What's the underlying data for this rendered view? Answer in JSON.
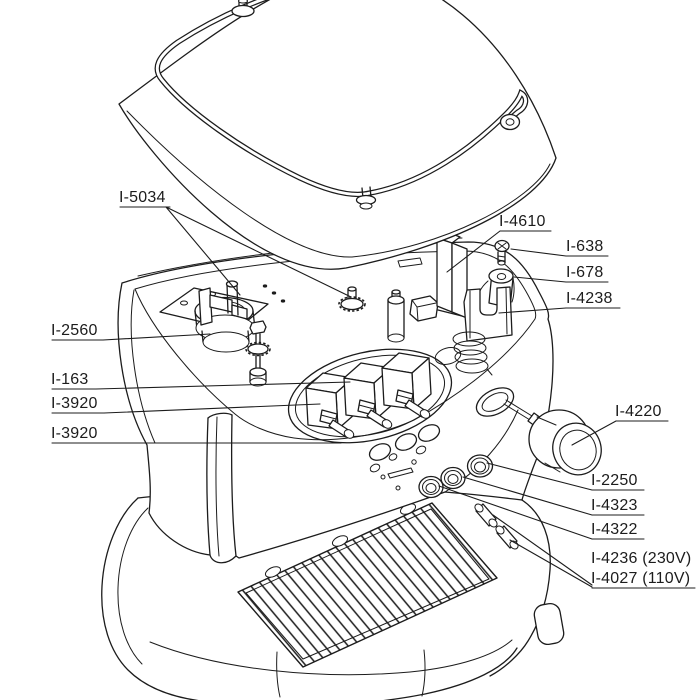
{
  "diagram": {
    "type": "exploded-parts-diagram",
    "subject": "Espresso machine exploded view technical drawing",
    "colors": {
      "line": "#1c1c1c",
      "background": "#ffffff"
    },
    "labels": [
      {
        "id": "i-5034",
        "text": "I-5034"
      },
      {
        "id": "i-4610",
        "text": "I-4610"
      },
      {
        "id": "i-638",
        "text": "I-638"
      },
      {
        "id": "i-678",
        "text": "I-678"
      },
      {
        "id": "i-4238",
        "text": "I-4238"
      },
      {
        "id": "i-2560",
        "text": "I-2560"
      },
      {
        "id": "i-163",
        "text": "I-163"
      },
      {
        "id": "i-3920a",
        "text": "I-3920"
      },
      {
        "id": "i-3920b",
        "text": "I-3920"
      },
      {
        "id": "i-4220",
        "text": "I-4220"
      },
      {
        "id": "i-2250",
        "text": "I-2250"
      },
      {
        "id": "i-4323",
        "text": "I-4323"
      },
      {
        "id": "i-4322",
        "text": "I-4322"
      },
      {
        "id": "i-4236",
        "text": "I-4236 (230V)"
      },
      {
        "id": "i-4027",
        "text": "I-4027 (110V)"
      }
    ]
  }
}
